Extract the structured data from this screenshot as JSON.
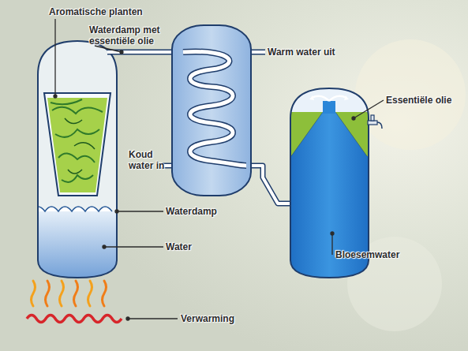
{
  "diagram": {
    "labels": [
      "Aromatische planten",
      "Waterdamp met essentiële olie",
      "Warm water uit",
      "Essentiële olie",
      "Koud water in",
      "Waterdamp",
      "Water",
      "Bloesemwater",
      "Verwarming"
    ]
  }
}
